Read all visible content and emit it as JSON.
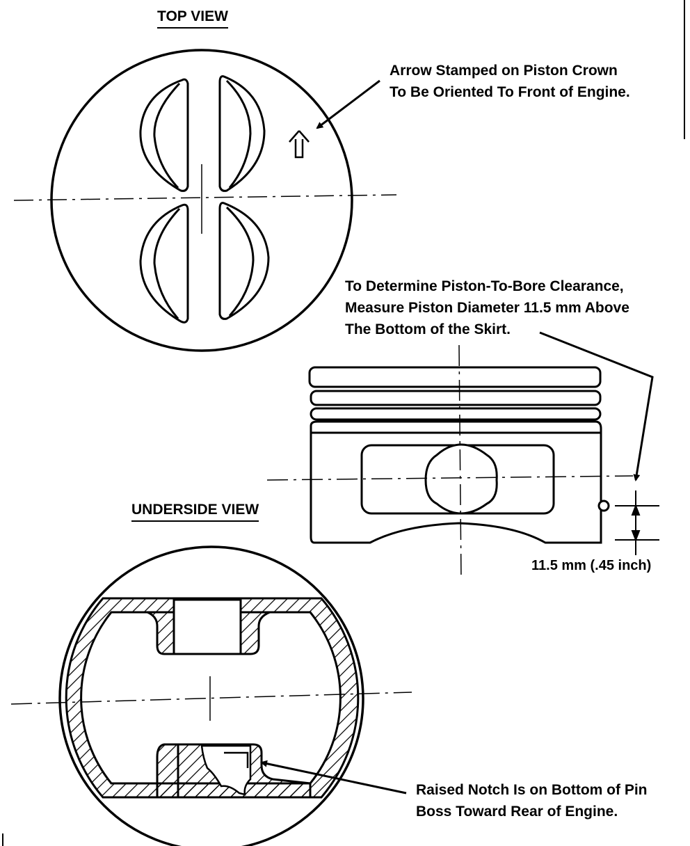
{
  "headings": {
    "top_view": "TOP VIEW",
    "underside_view": "UNDERSIDE VIEW"
  },
  "callouts": {
    "arrow_crown": [
      "Arrow Stamped on Piston Crown",
      "To Be Oriented To Front of Engine."
    ],
    "bore_clearance": [
      "To Determine Piston-To-Bore Clearance,",
      "Measure Piston Diameter 11.5 mm Above",
      "The Bottom of the Skirt."
    ],
    "dimension": "11.5 mm (.45 inch)",
    "raised_notch": [
      "Raised Notch Is on Bottom of Pin",
      "Boss Toward Rear of Engine."
    ]
  },
  "colors": {
    "ink": "#000000",
    "paper": "#ffffff"
  }
}
